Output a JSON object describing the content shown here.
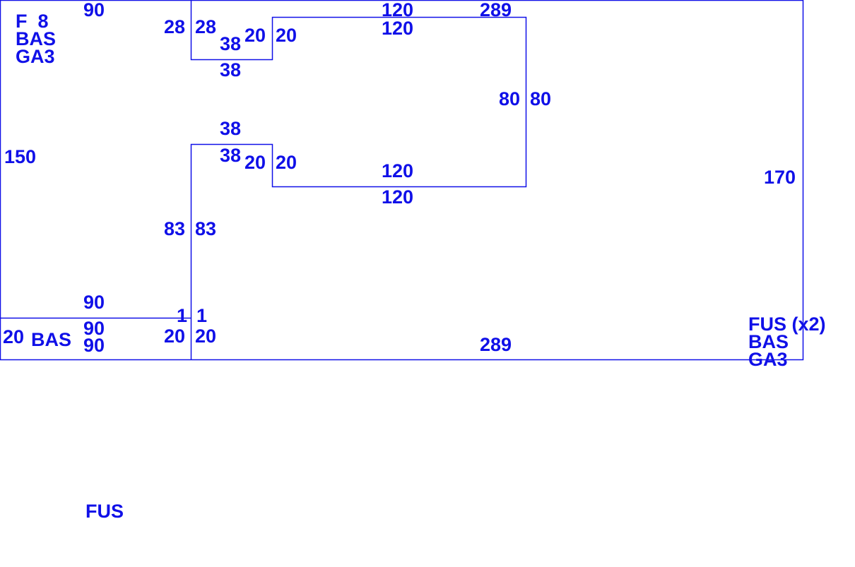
{
  "labels": {
    "top_left_width": "90",
    "part_tag_line1": "F  8",
    "part_tag_line2": "BAS",
    "part_tag_line3": "GA3",
    "notch1_left_outer": "28",
    "notch1_left_inner": "28",
    "notch1_bottom_inner": "38",
    "notch1_step_left": "20",
    "notch1_step_right": "20",
    "notch1_bottom_outer": "38",
    "top_inner_120": "120",
    "top_total_289": "289",
    "top_inner_120b": "120",
    "right_80_left": "80",
    "right_80_right": "80",
    "notch2_top_outer": "38",
    "notch2_top_inner": "38",
    "notch2_step_left": "20",
    "notch2_step_right": "20",
    "bottom_inner_120": "120",
    "bottom_inner_120b": "120",
    "left_height_150": "150",
    "right_height_170": "170",
    "mid_83_left": "83",
    "mid_83_right": "83",
    "strip_top_90": "90",
    "strip_1_left": "1",
    "strip_1_right": "1",
    "strip_90_inner": "90",
    "strip_20_left": "20",
    "strip_tag": "BAS",
    "strip_90_bottom": "90",
    "strip_20_inner": "20",
    "strip_20_outer": "20",
    "bottom_total_289": "289",
    "main_tag_line1": "FUS (x2)",
    "main_tag_line2": "BAS",
    "main_tag_line3": "GA3",
    "footer_tag": "FUS"
  },
  "colors": {
    "stroke": "#1010e8"
  }
}
